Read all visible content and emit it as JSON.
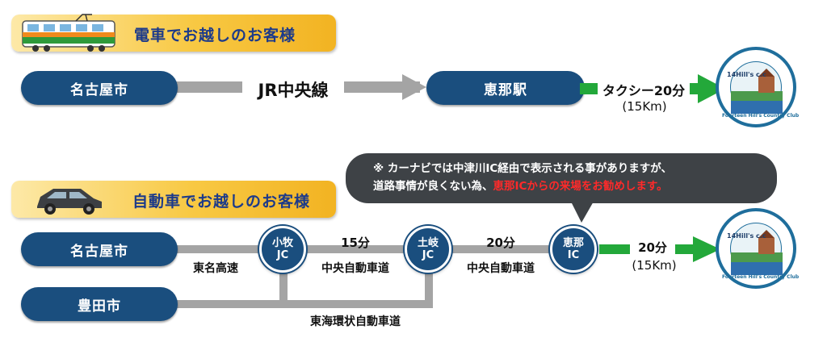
{
  "train_section": {
    "title": "電車でお越しのお客様",
    "origin": "名古屋市",
    "line_label": "JR中央線",
    "station": "恵那駅",
    "taxi_label": "タクシー20分",
    "distance": "(15Km)"
  },
  "car_section": {
    "title": "自動車でお越しのお客様",
    "origin_1": "名古屋市",
    "origin_2": "豊田市",
    "road_1": "東名高速",
    "jc_1": {
      "line1": "小牧",
      "line2": "JC"
    },
    "seg_1_time": "15分",
    "seg_1_road": "中央自動車道",
    "jc_2": {
      "line1": "土岐",
      "line2": "JC"
    },
    "seg_2_time": "20分",
    "seg_2_road": "中央自動車道",
    "ic": {
      "line1": "恵那",
      "line2": "IC"
    },
    "final_time": "20分",
    "final_distance": "(15Km)",
    "bottom_road": "東海環状自動車道"
  },
  "callout": {
    "line1": "※ カーナビでは中津川IC経由で表示される事がありますが、",
    "line2_plain": "道路事情が良くない為、",
    "line2_highlight": "恵那ICからの来場をお勧めします。"
  },
  "logo": {
    "ring_text": "Fourteen Hill's Country Club",
    "inner_text": "14Hill's c.c"
  },
  "colors": {
    "navy": "#1a4e7e",
    "grey_line": "#a4a4a4",
    "green_arrow": "#23a83a",
    "banner_gold": "#f8c944",
    "callout_bg": "#3e4246",
    "highlight_red": "#ff2a2a"
  }
}
